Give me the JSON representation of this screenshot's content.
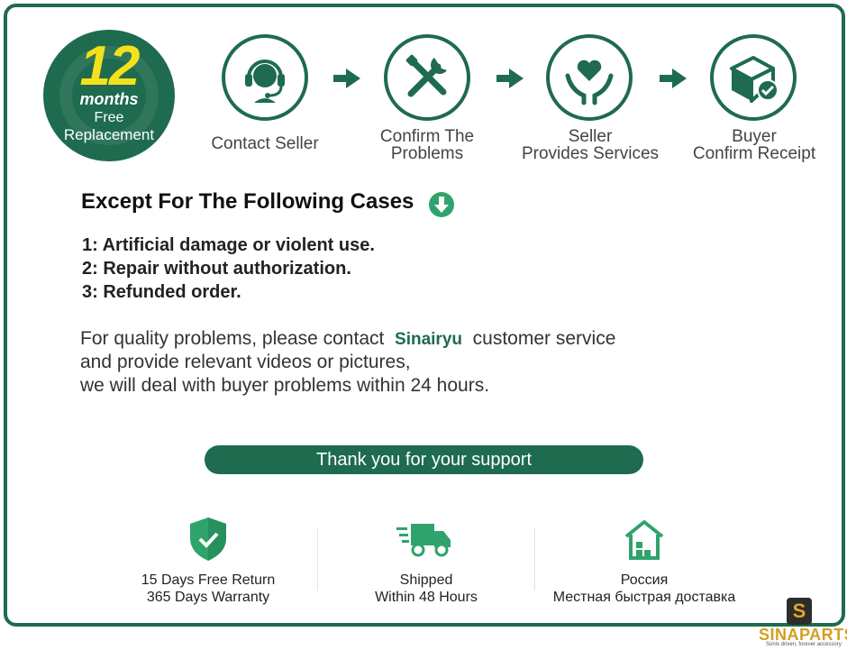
{
  "badge": {
    "number": "12",
    "unit": "months",
    "line1": "Free",
    "line2": "Replacement"
  },
  "steps": [
    {
      "label_1": "Contact Seller",
      "label_2": "",
      "icon": "headset-icon"
    },
    {
      "label_1": "Confirm The",
      "label_2": "Problems",
      "icon": "tools-icon"
    },
    {
      "label_1": "Seller",
      "label_2": "Provides Services",
      "icon": "heart-hands-icon"
    },
    {
      "label_1": "Buyer",
      "label_2": "Confirm Receipt",
      "icon": "box-check-icon"
    }
  ],
  "except": {
    "title": "Except For The Following Cases",
    "cases": [
      "1: Artificial damage or violent use.",
      "2: Repair without authorization.",
      "3: Refunded order."
    ]
  },
  "paragraph": {
    "line1_pre": "For quality problems, please contact",
    "brand": "Sinairyu",
    "line1_post": "customer service",
    "line2": "and provide relevant videos or pictures,",
    "line3": "we will deal with buyer problems within 24 hours."
  },
  "thanks": "Thank you for your support",
  "features": [
    {
      "line1": "15 Days Free Return",
      "line2": "365 Days Warranty",
      "icon": "shield-check-icon"
    },
    {
      "line1": "Shipped",
      "line2": "Within 48 Hours",
      "icon": "truck-icon"
    },
    {
      "line1": "Россия",
      "line2": "Местная быстрая доставка",
      "icon": "warehouse-icon"
    }
  ],
  "logo": {
    "letter": "S",
    "name": "SINAPARTS",
    "tagline": "Sonix driven, forever accessory"
  },
  "colors": {
    "primary": "#1e6b4f",
    "accent_green": "#2fa36b",
    "badge_number": "#f5e11b",
    "logo_gold": "#d69d20"
  }
}
